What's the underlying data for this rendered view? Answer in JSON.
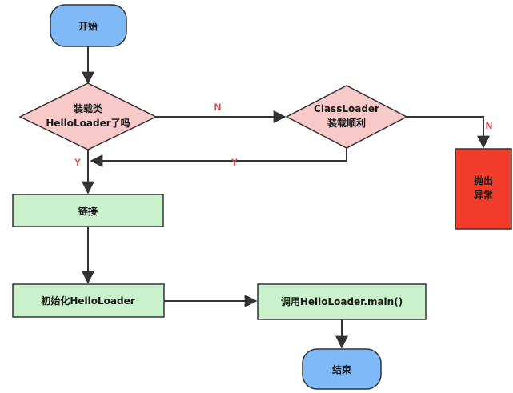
{
  "nodes": {
    "start": "开始",
    "decision_loaded": {
      "line1": "装载类",
      "line2": "HelloLoader了吗"
    },
    "decision_ok": {
      "line1": "ClassLoader",
      "line2": "装载顺利"
    },
    "throw": {
      "line1": "抛出",
      "line2": "异常"
    },
    "link": "链接",
    "init": "初始化HelloLoader",
    "call": "调用HelloLoader.main()",
    "end": "结束"
  },
  "edge_labels": {
    "loaded_no": "N",
    "loaded_yes": "Y",
    "ok_yes": "Y",
    "ok_no": "N"
  },
  "colors": {
    "terminal_fill": "#7fb9f7",
    "decision_fill": "#f7c9c9",
    "process_fill": "#c9f2cc",
    "error_fill": "#f23c2c",
    "line": "#333333",
    "edge_label": "#e23b3b"
  }
}
